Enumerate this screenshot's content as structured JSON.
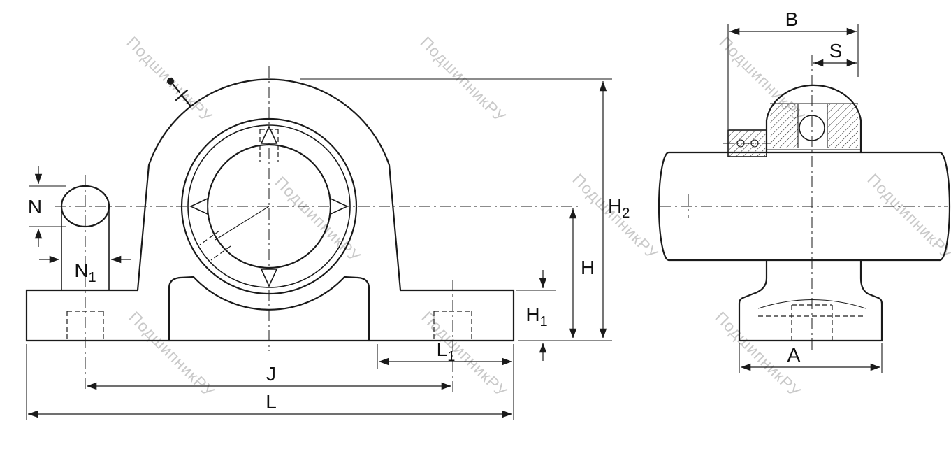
{
  "watermark": {
    "text": "ПодшипникРУ"
  },
  "dims": {
    "B": "B",
    "S": "S",
    "N": "N",
    "A": "A",
    "H": "H",
    "J": "J",
    "L": "L",
    "N1": {
      "base": "N",
      "sub": "1"
    },
    "H1": {
      "base": "H",
      "sub": "1"
    },
    "H2": {
      "base": "H",
      "sub": "2"
    },
    "L1": {
      "base": "L",
      "sub": "1"
    }
  },
  "colors": {
    "line": "#1a1a1a",
    "watermark": "#c9c9c9",
    "background": "#ffffff"
  }
}
